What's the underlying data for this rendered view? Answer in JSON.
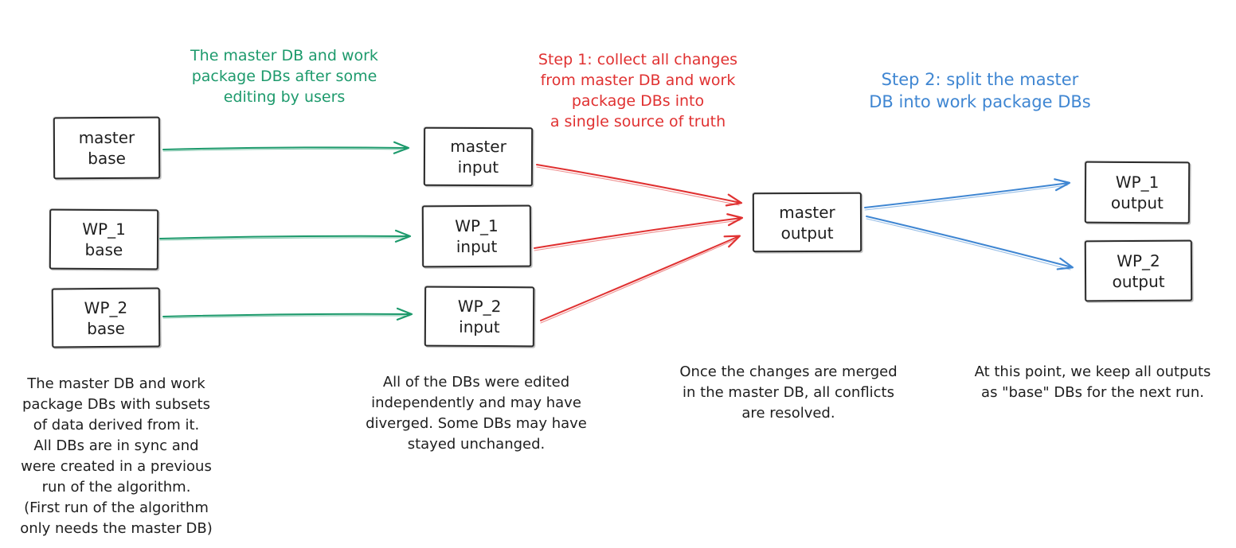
{
  "diagram": {
    "colors": {
      "green": "#1d9a6c",
      "red": "#e03131",
      "blue": "#3f86d2",
      "ink": "#1e1e1e"
    },
    "captions": {
      "editing": "The master DB and work\npackage DBs after some\nediting by users",
      "step1": "Step 1: collect all changes\nfrom master DB and work\npackage DBs into\na single source of truth",
      "step2": "Step 2: split the master\nDB into work package DBs"
    },
    "nodes": {
      "master_base": "master\nbase",
      "wp1_base": "WP_1\nbase",
      "wp2_base": "WP_2\nbase",
      "master_input": "master\ninput",
      "wp1_input": "WP_1\ninput",
      "wp2_input": "WP_2\ninput",
      "master_output": "master\noutput",
      "wp1_output": "WP_1\noutput",
      "wp2_output": "WP_2\noutput"
    },
    "annotations": {
      "base": "The master DB and work\npackage DBs with subsets\nof data derived from it.\nAll DBs are in sync and\nwere created in a previous\nrun of the algorithm.\n(First run of the algorithm\nonly needs the master DB)",
      "input": "All of the DBs were edited\nindependently and may have\ndiverged. Some DBs may have\nstayed unchanged.",
      "output": "Once the changes are merged\nin the master DB, all conflicts\nare resolved.",
      "next_run": "At this point, we keep all outputs\nas \"base\" DBs for the next run."
    }
  }
}
